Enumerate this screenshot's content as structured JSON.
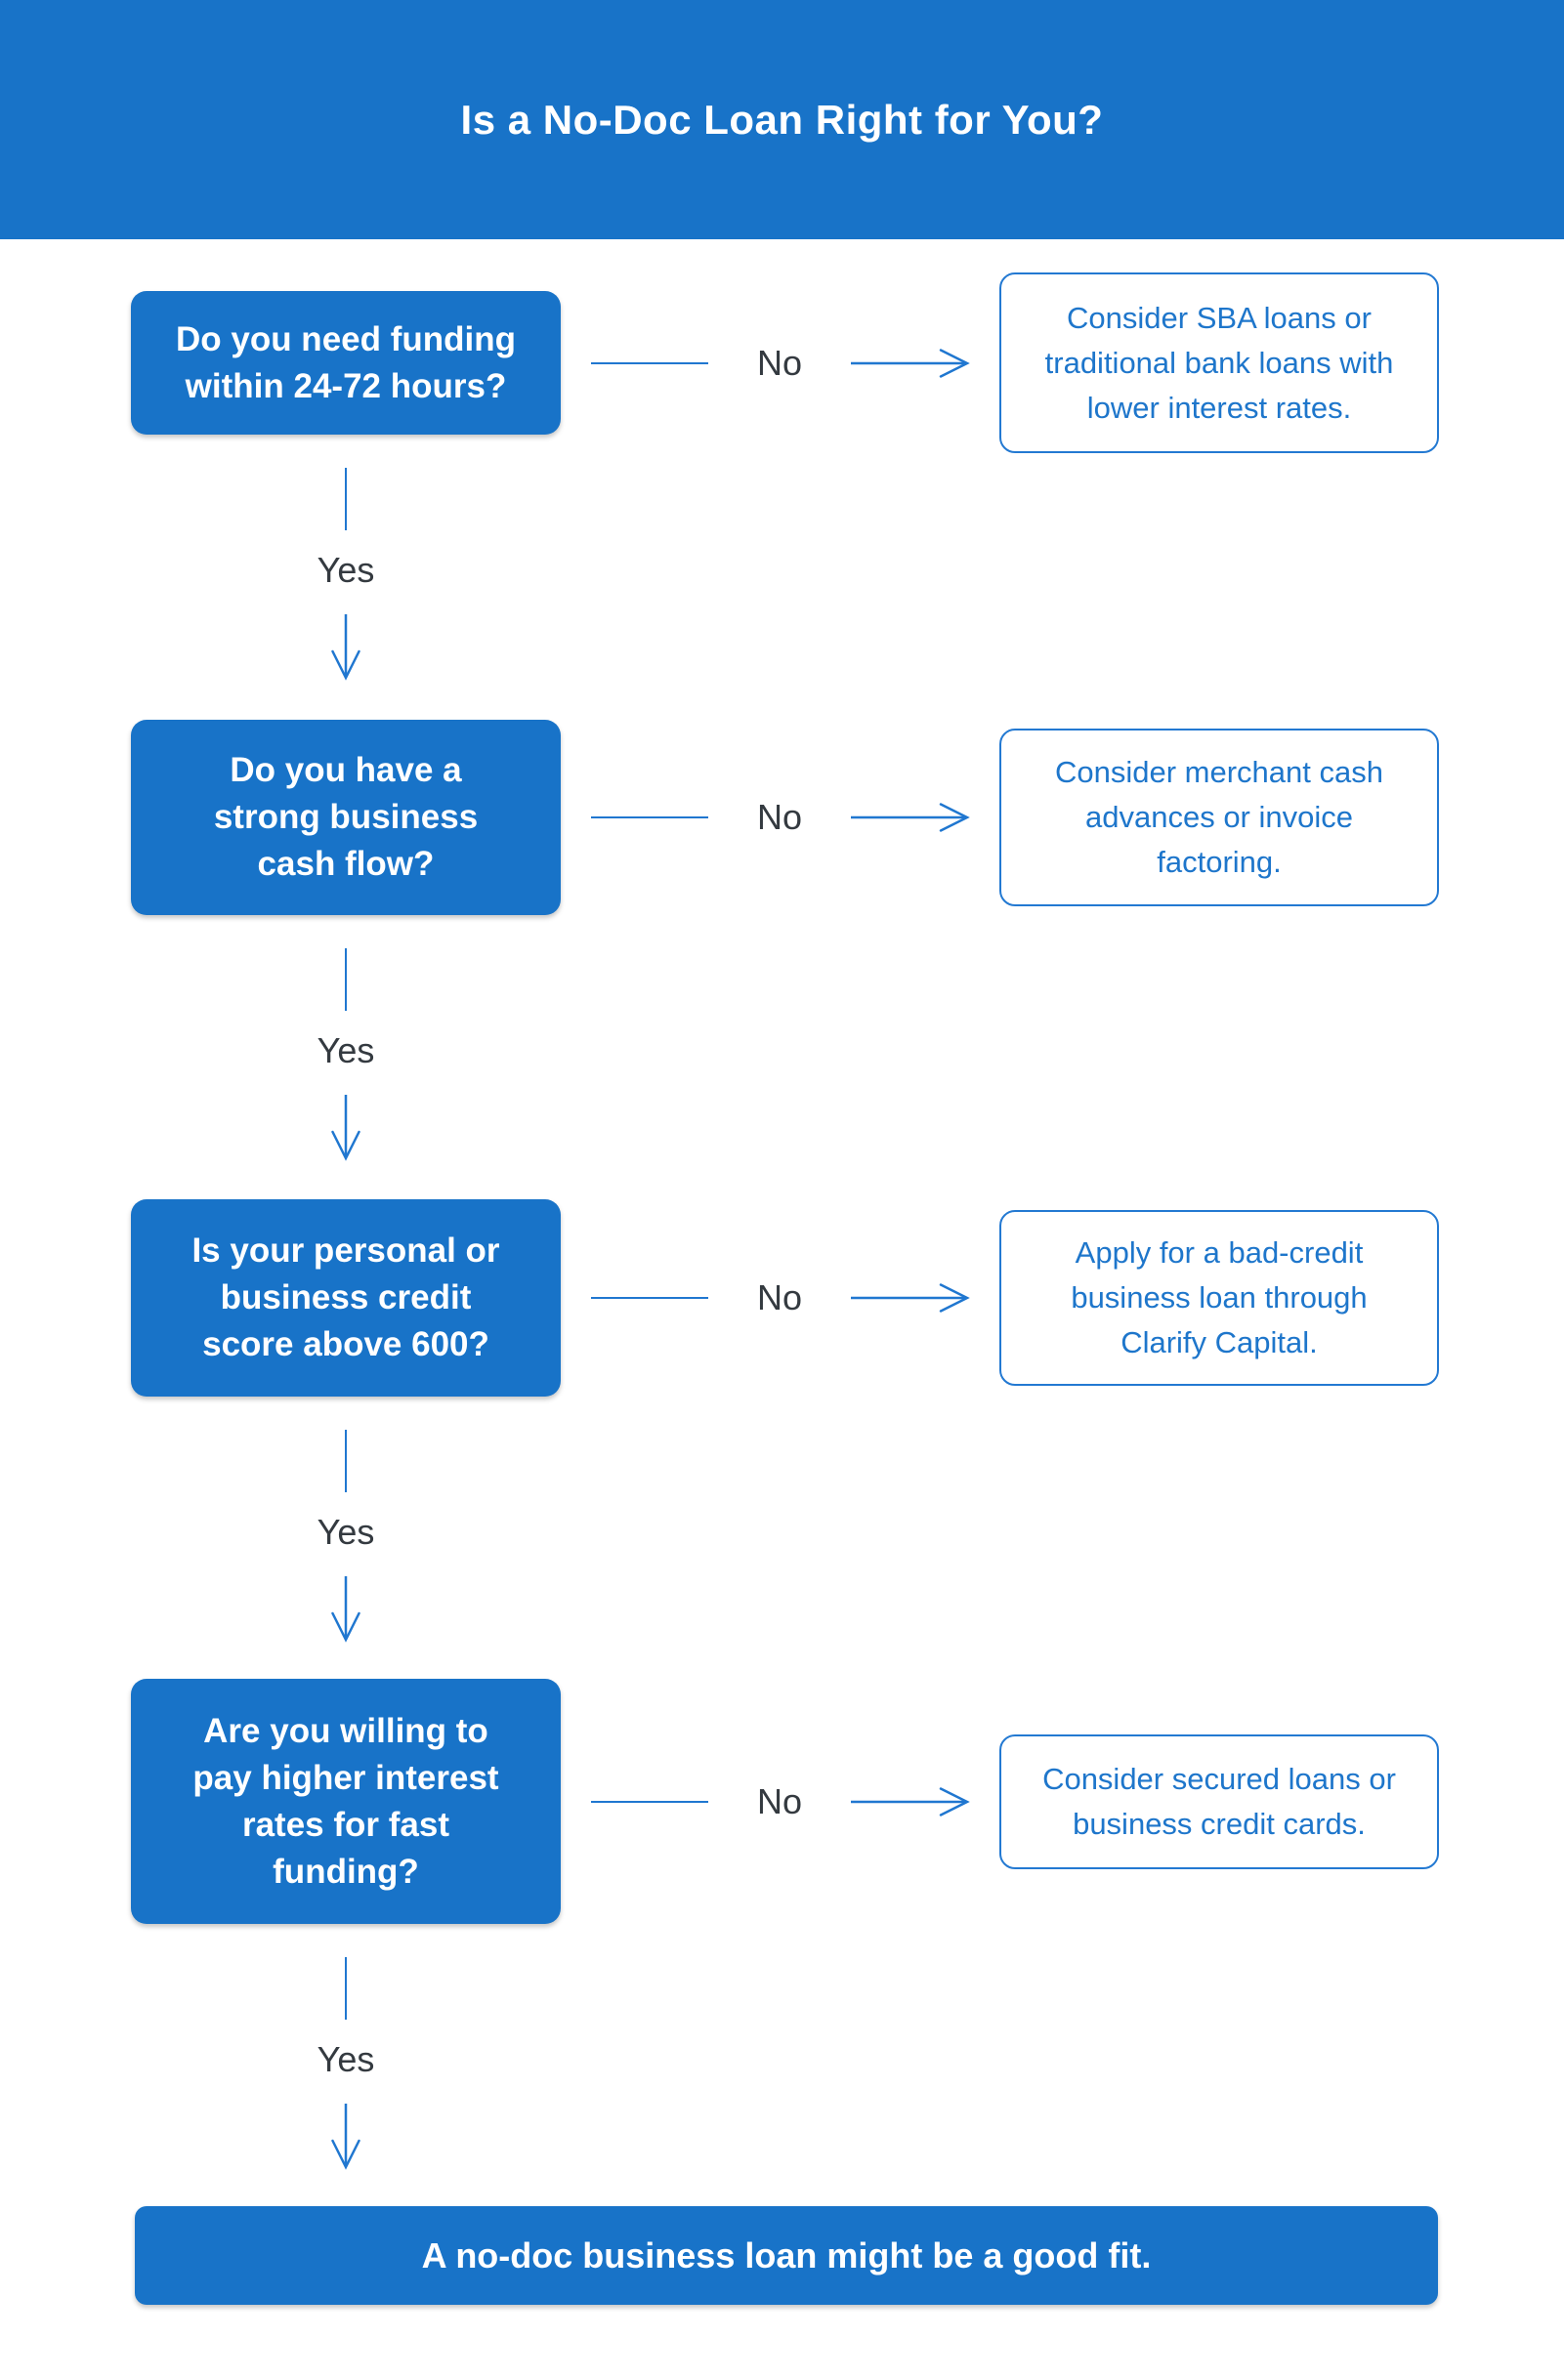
{
  "title": "Is a No-Doc Loan Right for You?",
  "rows": [
    {
      "question": "Do you need funding\nwithin 24-72 hours?",
      "no_label": "No",
      "yes_label": "Yes",
      "result": "Consider SBA loans or\ntraditional bank loans with\nlower interest rates."
    },
    {
      "question": "Do you have a\nstrong business\ncash flow?",
      "no_label": "No",
      "yes_label": "Yes",
      "result": "Consider merchant cash\nadvances or invoice\nfactoring."
    },
    {
      "question": "Is your personal or\nbusiness credit\nscore above 600?",
      "no_label": "No",
      "yes_label": "Yes",
      "result": "Apply for a bad-credit\nbusiness loan through\nClarify Capital."
    },
    {
      "question": "Are you willing to\npay higher interest\nrates for fast\nfunding?",
      "no_label": "No",
      "yes_label": "Yes",
      "result": "Consider secured loans or\nbusiness credit cards."
    }
  ],
  "conclusion": "A no-doc business loan might be a good fit.",
  "colors": {
    "accent": "#1873C8",
    "connector_line": "#2077D0",
    "result_text": "#1E76CB",
    "label_text": "#343A40"
  }
}
